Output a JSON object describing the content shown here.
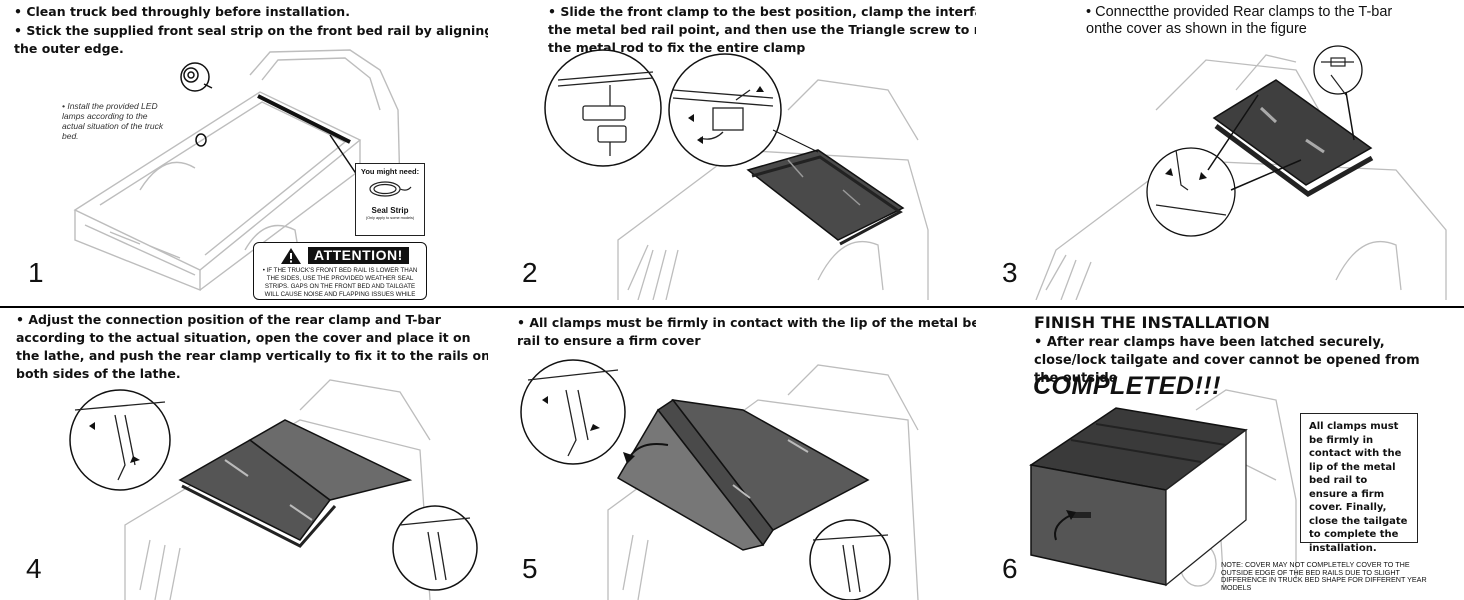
{
  "steps": [
    {
      "number": "1",
      "lines": [
        "• Clean truck bed throughly before installation.",
        "• Stick the supplied front seal strip on the front bed rail by aligning with the outer edge."
      ],
      "note": "• Install the provided LED lamps according to the actual situation of the truck bed.",
      "callout_title": "You might need:",
      "callout_label": "Seal Strip",
      "callout_sub": "(Only apply to some models)",
      "attention_title": "ATTENTION!",
      "attention_text": "• IF THE TRUCK'S FRONT BED RAIL IS LOWER THAN THE SIDES, USE THE PROVIDED WEATHER SEAL STRIPS. GAPS ON THE FRONT BED AND TAILGATE WILL CAUSE NOISE AND FLAPPING ISSUES WHILE THE VEHICLE IS IN MOTION!"
    },
    {
      "number": "2",
      "lines": [
        "• Slide the front clamp to the best position, clamp the interface under the metal bed rail point, and then use the Triangle screw to rotate into the metal rod to fix the entire clamp"
      ]
    },
    {
      "number": "3",
      "lines": [
        "• Connectthe provided Rear clamps to the T-bar onthe cover as shown in the figure"
      ]
    },
    {
      "number": "4",
      "lines": [
        "• Adjust the connection position of the rear clamp and T-bar according to the actual situation, open the cover and place it on the lathe, and push the rear clamp vertically to fix it to the rails on both sides of the lathe."
      ]
    },
    {
      "number": "5",
      "lines": [
        "• All clamps must be firmly in contact with the lip of the metal bed rail to ensure a firm cover"
      ]
    },
    {
      "number": "6",
      "heading": "FINISH THE INSTALLATION",
      "lines": [
        "• After rear clamps have been latched securely, close/lock tailgate and cover cannot be opened from the outside"
      ],
      "completed": "COMPLETED!!!",
      "box_text": "All clamps must be firmly in contact with the lip of the metal bed rail to ensure a firm cover. Finally, close the tailgate to complete the installation.",
      "note": "NOTE: COVER MAY NOT COMPLETELY COVER TO THE OUTSIDE EDGE OF THE BED RAILS DUE TO SLIGHT DIFFERENCE IN TRUCK BED SHAPE FOR DIFFERENT YEAR MODELS"
    }
  ],
  "colors": {
    "text": "#111111",
    "cover": "#3a3a3a",
    "line_art": "#bdbdbd"
  }
}
